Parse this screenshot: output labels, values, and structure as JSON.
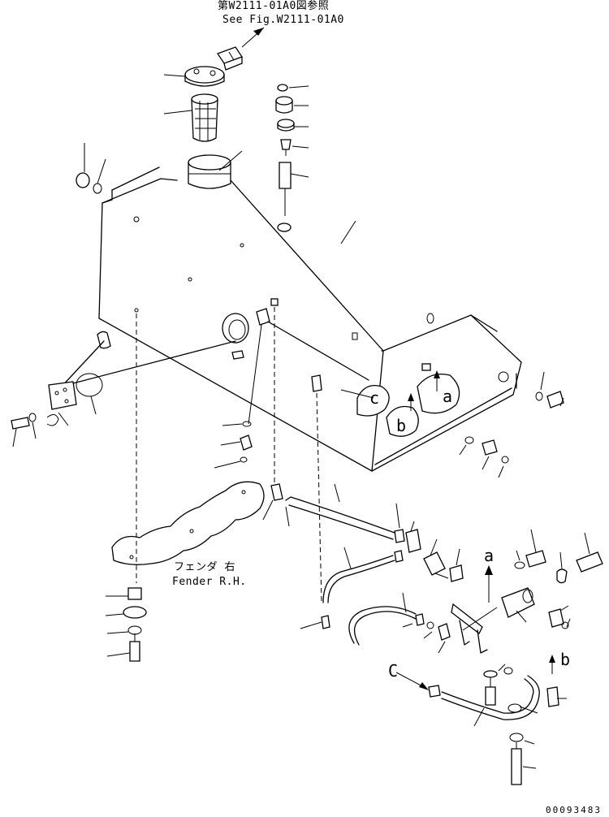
{
  "reference": {
    "japanese": "第W2111-01A0図参照",
    "english": "See Fig.W2111-01A0"
  },
  "fender": {
    "japanese": "フェンダ 右",
    "english": "Fender R.H."
  },
  "view_marks": {
    "a": "a",
    "b": "b",
    "c": "c",
    "A": "a",
    "B": "b",
    "C": "C"
  },
  "drawing_number": "00093483"
}
